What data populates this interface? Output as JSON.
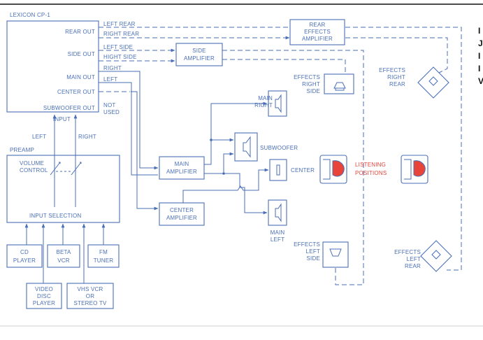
{
  "colors": {
    "line": "#4a6fb6",
    "accent": "#e8443a",
    "ink": "#111111"
  },
  "processor": {
    "title": "LEXICON CP-1",
    "rear_out": "REAR OUT",
    "side_out": "SIDE OUT",
    "main_out": "MAIN OUT",
    "center_out": "CENTER OUT",
    "subwoofer_out": "SUBWOOFER OUT",
    "input": "INPUT",
    "input_left": "LEFT",
    "input_right": "RIGHT"
  },
  "signals": {
    "left_rear": "LEFT REAR",
    "right_rear": "RIGHT REAR",
    "left_side": "LEFT SIDE",
    "right_side": "HIGHT SIDE",
    "main_right": "RIGHT",
    "main_left": "LEFT",
    "not_used_1": "NOT",
    "not_used_2": "USED"
  },
  "preamp": {
    "title": "PREAMP",
    "volume_1": "VOLUME",
    "volume_2": "CONTROL",
    "input_selection": "INPUT SELECTION"
  },
  "sources": {
    "cd_1": "CD",
    "cd_2": "PLAYER",
    "beta_1": "BETA",
    "beta_2": "VCR",
    "fm_1": "FM",
    "fm_2": "TUNER",
    "video_1": "VIDEO",
    "video_2": "DISC",
    "video_3": "PLAYER",
    "vhs_1": "VHS VCR",
    "vhs_2": "OR",
    "vhs_3": "STEREO TV"
  },
  "amplifiers": {
    "rear_1": "REAR",
    "rear_2": "EFFECTS",
    "rear_3": "AMPLIFIER",
    "side_1": "SIDE",
    "side_2": "AMPLIFIER",
    "main_1": "MAIN",
    "main_2": "AMPLIFIER",
    "center_1": "CENTER",
    "center_2": "AMPLIFIER"
  },
  "speakers": {
    "effects_right_side_1": "EFFECTS",
    "effects_right_side_2": "RIGHT",
    "effects_right_side_3": "SIDE",
    "effects_right_rear_1": "EFFECTS",
    "effects_right_rear_2": "RIGHT",
    "effects_right_rear_3": "REAR",
    "main_right_1": "MAIN",
    "main_right_2": "RIGHT",
    "subwoofer": "SUBWOOFER",
    "center": "CENTER",
    "main_left_1": "MAIN",
    "main_left_2": "LEFT",
    "effects_left_side_1": "EFFECTS",
    "effects_left_side_2": "LEFT",
    "effects_left_side_3": "SIDE",
    "effects_left_rear_1": "EFFECTS",
    "effects_left_rear_2": "LEFT",
    "effects_left_rear_3": "REAR"
  },
  "listening": {
    "line_1": "LISTENING",
    "line_2": "POSITIONS"
  },
  "edge_fragment": {
    "line_1": "I",
    "line_2": "J",
    "line_3": "I",
    "line_4": "I",
    "line_5": "V"
  }
}
